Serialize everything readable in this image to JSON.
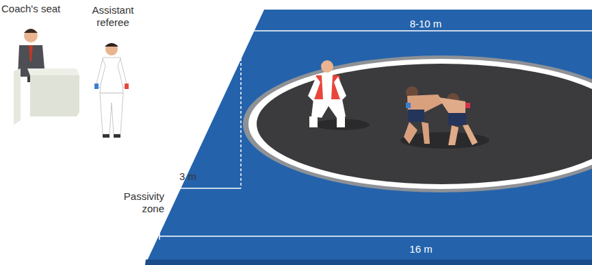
{
  "diagram": {
    "labels": [
      "Coach's seat",
      "Assistant referee",
      "8-10 m",
      "3 m",
      "Passivity zone",
      "16 m"
    ]
  }
}
